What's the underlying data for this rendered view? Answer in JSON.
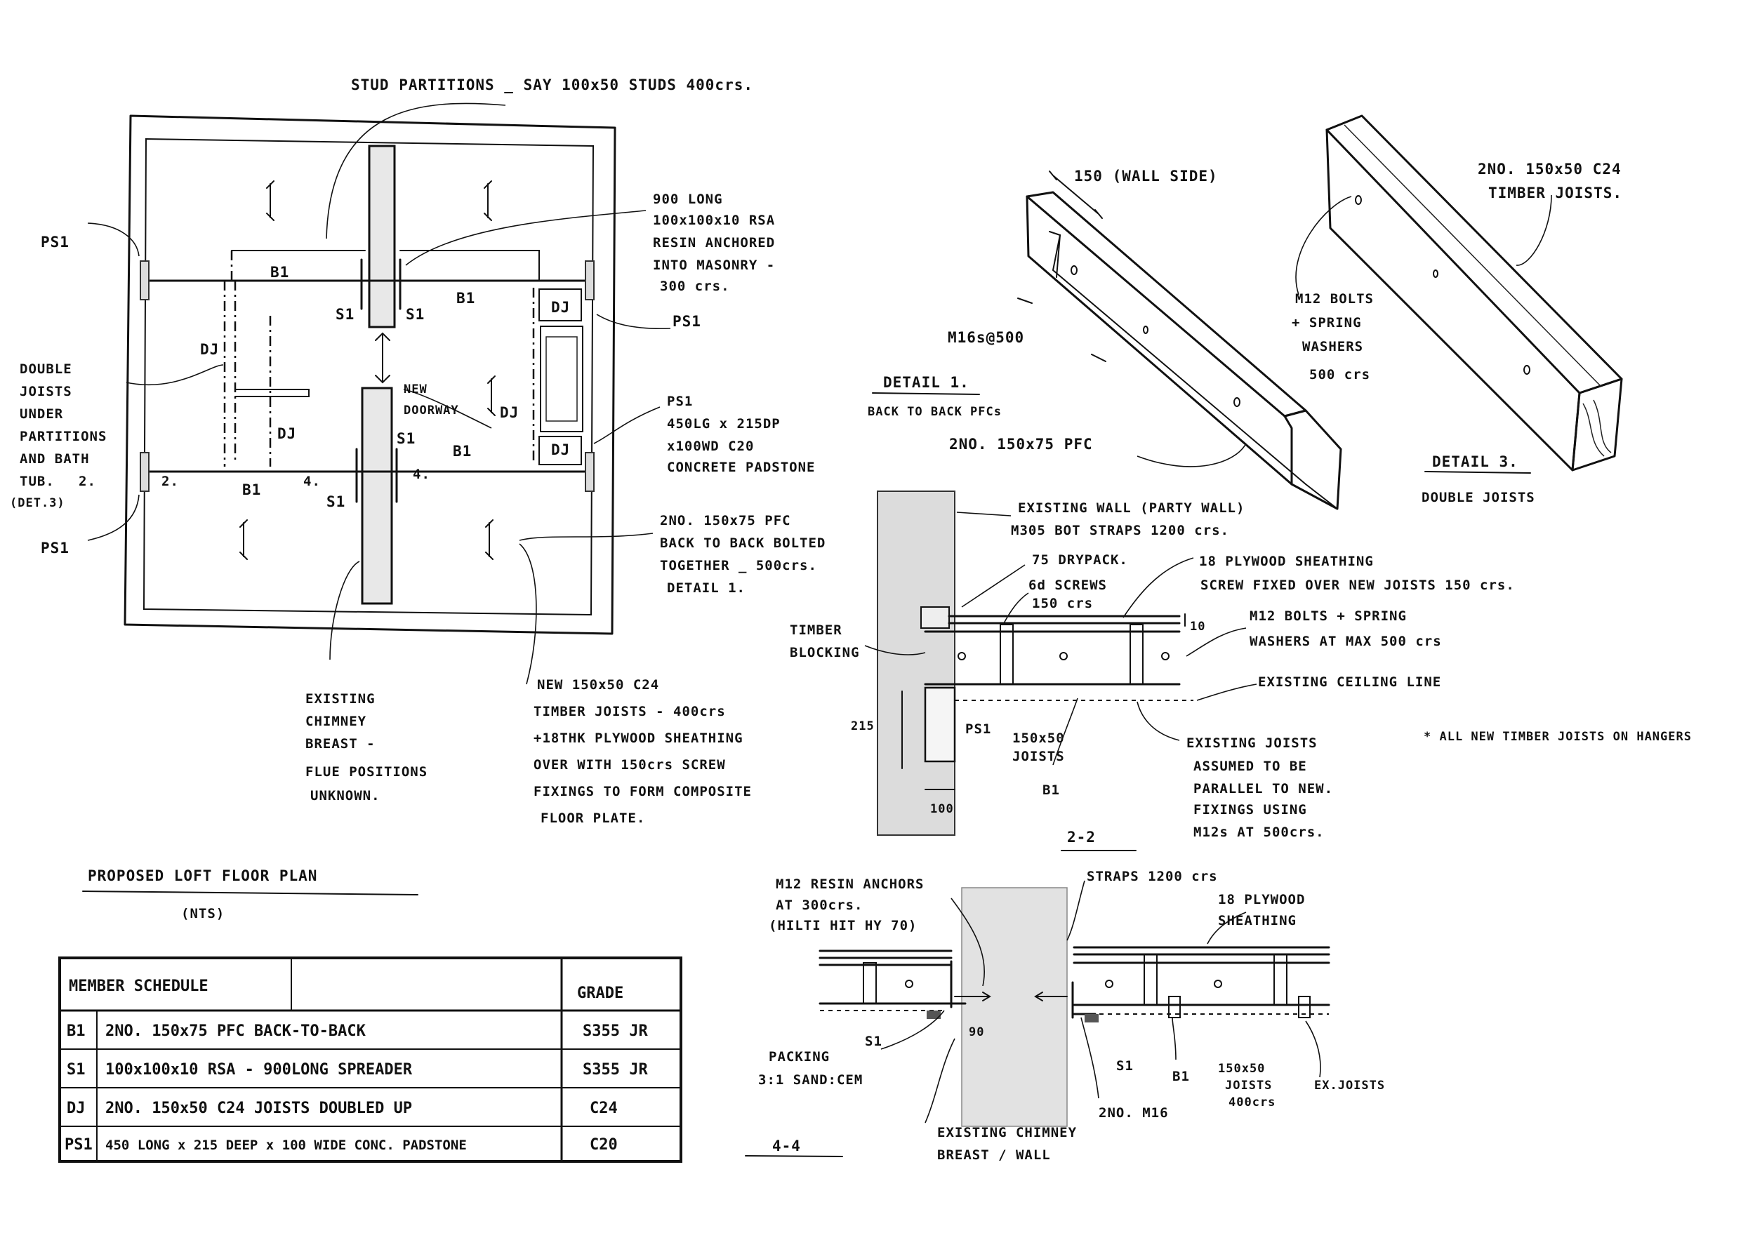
{
  "plan": {
    "labels": {
      "stud_partitions": "STUD PARTITIONS _ SAY 100x50 STUDS 400crs.",
      "ps1_left_top": "PS1",
      "ps1_left_bottom": "PS1",
      "ps1_right": "PS1",
      "double_joists_note": [
        "DOUBLE",
        "JOISTS",
        "UNDER",
        "PARTITIONS",
        "AND BATH",
        "TUB."
      ],
      "det3_ref": "(DET.3)",
      "section_2_ref": "2.",
      "section_4_ref": "4.",
      "b1": "B1",
      "s1": "S1",
      "dj": "DJ",
      "new_doorway": [
        "NEW",
        "DOORWAY"
      ],
      "rsa_note": [
        "900 LONG",
        "100x100x10 RSA",
        "RESIN ANCHORED",
        "INTO MASONRY -",
        "300 crs."
      ],
      "padstone_note": [
        "PS1",
        "450LG x 215DP",
        "x100WD C20",
        "CONCRETE PADSTONE"
      ],
      "pfc_note": [
        "2NO. 150x75 PFC",
        "BACK TO BACK BOLTED",
        "TOGETHER _ 500crs.",
        "DETAIL 1."
      ],
      "chimney_note": [
        "EXISTING",
        "CHIMNEY",
        "BREAST -",
        "FLUE POSITIONS",
        "UNKNOWN."
      ],
      "joists_note": [
        "NEW 150x50 C24",
        "TIMBER JOISTS - 400crs",
        "+18THK PLYWOOD SHEATHING",
        "OVER WITH 150crs SCREW",
        "FIXINGS TO FORM COMPOSITE",
        "FLOOR PLATE."
      ],
      "title": "PROPOSED LOFT FLOOR PLAN",
      "scale": "(NTS)"
    }
  },
  "detail1": {
    "dim": "150 (WALL SIDE)",
    "bolts": "M16s@500",
    "title": "DETAIL 1.",
    "subtitle": "BACK TO BACK PFCs",
    "member": "2NO. 150x75 PFC"
  },
  "detail3": {
    "member": [
      "2NO. 150x50 C24",
      "TIMBER JOISTS."
    ],
    "bolts": [
      "M12 BOLTS",
      "+ SPRING",
      "WASHERS",
      "500 crs"
    ],
    "title": "DETAIL 3.",
    "subtitle": "DOUBLE JOISTS"
  },
  "section22": {
    "existing_wall": [
      "EXISTING WALL (PARTY WALL)",
      "M305 BOT STRAPS 1200 crs."
    ],
    "drypack": "75 DRYPACK.",
    "screws": [
      "6d SCREWS",
      "150 crs"
    ],
    "plywood": [
      "18 PLYWOOD SHEATHING",
      "SCREW FIXED OVER NEW JOISTS 150 crs."
    ],
    "dim10": "10",
    "bolts": [
      "M12 BOLTS + SPRING",
      "WASHERS AT MAX 500 crs"
    ],
    "timber_blocking": [
      "TIMBER",
      "BLOCKING"
    ],
    "ceiling": "EXISTING CEILING LINE",
    "dim215": "215",
    "ps1": "PS1",
    "joists": [
      "150x50",
      "JOISTS"
    ],
    "b1": "B1",
    "existing_joists": [
      "EXISTING JOISTS",
      "ASSUMED TO BE",
      "PARALLEL TO NEW.",
      "FIXINGS USING",
      "M12s AT 500crs."
    ],
    "dim100": "100",
    "title": "2-2",
    "hangers_note": "* ALL NEW TIMBER JOISTS ON HANGERS"
  },
  "section44": {
    "anchors": [
      "M12 RESIN ANCHORS",
      "AT 300crs.",
      "(HILTI HIT HY 70)"
    ],
    "straps": "STRAPS 1200 crs",
    "plywood": [
      "18 PLYWOOD",
      "SHEATHING"
    ],
    "s1_left": "S1",
    "dim90": "90",
    "packing": [
      "PACKING",
      "3:1 SAND:CEM"
    ],
    "s1_right": "S1",
    "b1": "B1",
    "bolts": "2NO. M16",
    "joists": [
      "150x50",
      "JOISTS",
      "400crs"
    ],
    "ex_joists": "EX.JOISTS",
    "chimney": [
      "EXISTING CHIMNEY",
      "BREAST / WALL"
    ],
    "title": "4-4"
  },
  "schedule": {
    "header": {
      "member": "MEMBER SCHEDULE",
      "grade": "GRADE"
    },
    "rows": [
      {
        "ref": "B1",
        "desc": "2NO. 150x75 PFC BACK-TO-BACK",
        "grade": "S355 JR"
      },
      {
        "ref": "S1",
        "desc": "100x100x10 RSA - 900LONG SPREADER",
        "grade": "S355 JR"
      },
      {
        "ref": "DJ",
        "desc": "2NO. 150x50 C24 JOISTS DOUBLED UP",
        "grade": "C24"
      },
      {
        "ref": "PS1",
        "desc": "450 LONG x 215 DEEP x 100 WIDE CONC. PADSTONE",
        "grade": "C20"
      }
    ]
  }
}
